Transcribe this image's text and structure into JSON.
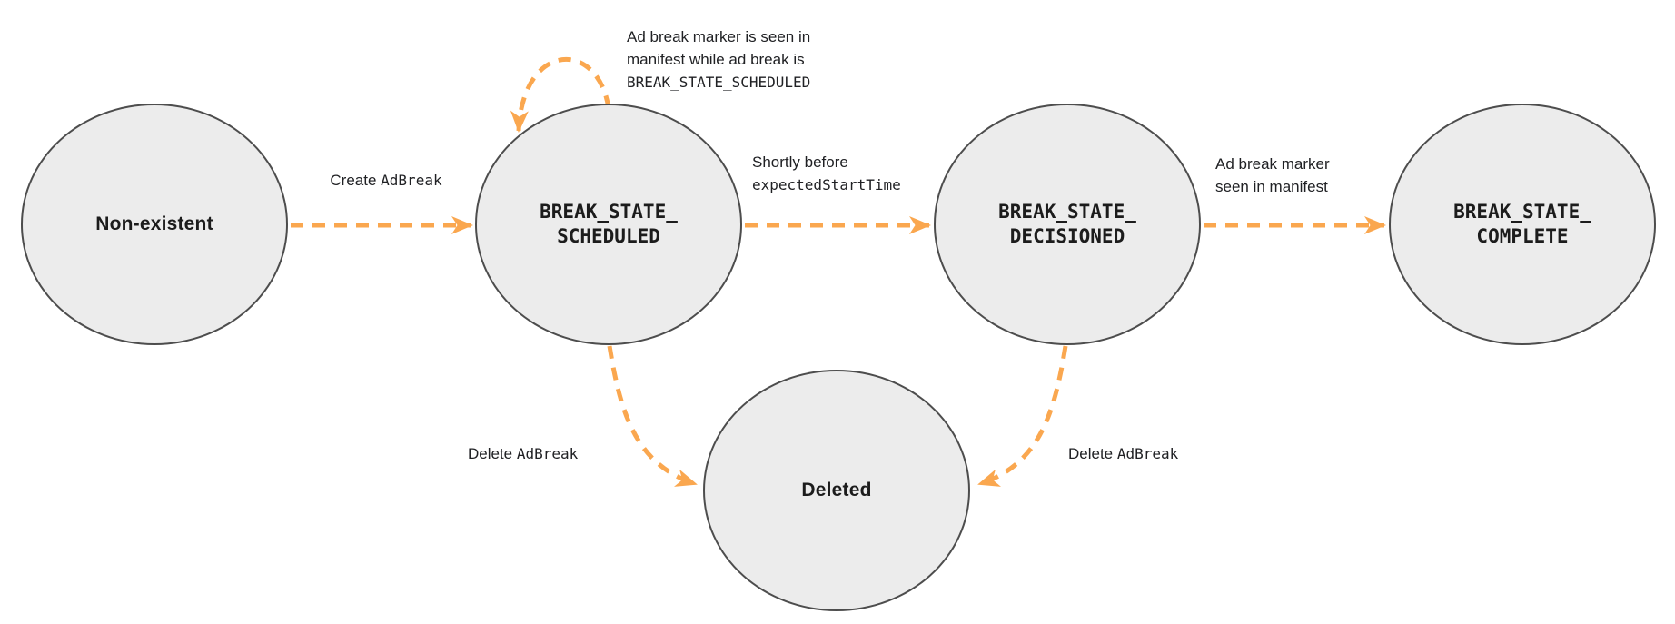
{
  "colors": {
    "arrow": "#FAA74F",
    "node_fill": "#ECECEC",
    "node_border": "#4D4D4D",
    "text": "#202124"
  },
  "nodes": {
    "non_existent": {
      "label": "Non-existent"
    },
    "scheduled": {
      "line1": "BREAK_STATE_",
      "line2": "SCHEDULED"
    },
    "decisioned": {
      "line1": "BREAK_STATE_",
      "line2": "DECISIONED"
    },
    "complete": {
      "line1": "BREAK_STATE_",
      "line2": "COMPLETE"
    },
    "deleted": {
      "label": "Deleted"
    }
  },
  "edges": {
    "create": {
      "text": "Create",
      "code": "AdBreak"
    },
    "self_loop": {
      "line1": "Ad break marker is seen in",
      "line2": "manifest while ad break is",
      "code": "BREAK_STATE_SCHEDULED"
    },
    "to_decisioned": {
      "text": "Shortly before",
      "code": "expectedStartTime"
    },
    "to_complete": {
      "line1": "Ad break marker",
      "line2": "seen in manifest"
    },
    "delete_from_scheduled": {
      "text": "Delete",
      "code": "AdBreak"
    },
    "delete_from_decisioned": {
      "text": "Delete",
      "code": "AdBreak"
    }
  }
}
